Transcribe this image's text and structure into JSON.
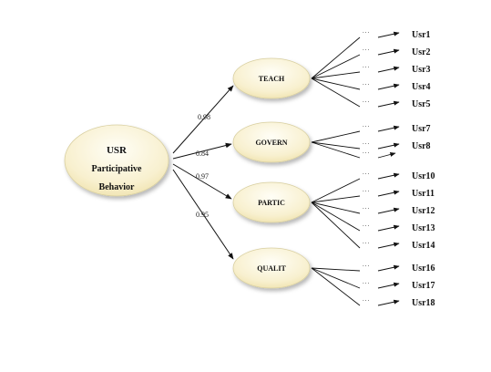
{
  "root": {
    "lines": [
      "USR",
      "Participative",
      "Behavior"
    ]
  },
  "factors": [
    {
      "label": "TEACH",
      "coefficient": "0.98",
      "items": [
        {
          "label": "Usr1",
          "loading": "..."
        },
        {
          "label": "Usr2",
          "loading": "..."
        },
        {
          "label": "Usr3",
          "loading": "..."
        },
        {
          "label": "Usr4",
          "loading": "..."
        },
        {
          "label": "Usr5",
          "loading": "..."
        }
      ]
    },
    {
      "label": "GOVERN",
      "coefficient": "0.84",
      "items": [
        {
          "label": "Usr7",
          "loading": "..."
        },
        {
          "label": "Usr8",
          "loading": "..."
        },
        {
          "label": "",
          "loading": "..."
        }
      ]
    },
    {
      "label": "PARTIC",
      "coefficient": "0.97",
      "items": [
        {
          "label": "Usr10",
          "loading": "..."
        },
        {
          "label": "Usr11",
          "loading": "..."
        },
        {
          "label": "Usr12",
          "loading": "..."
        },
        {
          "label": "Usr13",
          "loading": "..."
        },
        {
          "label": "Usr14",
          "loading": "..."
        }
      ]
    },
    {
      "label": "QUALIT",
      "coefficient": "0.95",
      "items": [
        {
          "label": "Usr16",
          "loading": "..."
        },
        {
          "label": "Usr17",
          "loading": "..."
        },
        {
          "label": "Usr18",
          "loading": "..."
        }
      ]
    }
  ],
  "colors": {
    "node_fill_light": "#fffef4",
    "node_fill_dark": "#f2e6b6",
    "node_stroke": "#d8cfa0",
    "line": "#111111"
  }
}
